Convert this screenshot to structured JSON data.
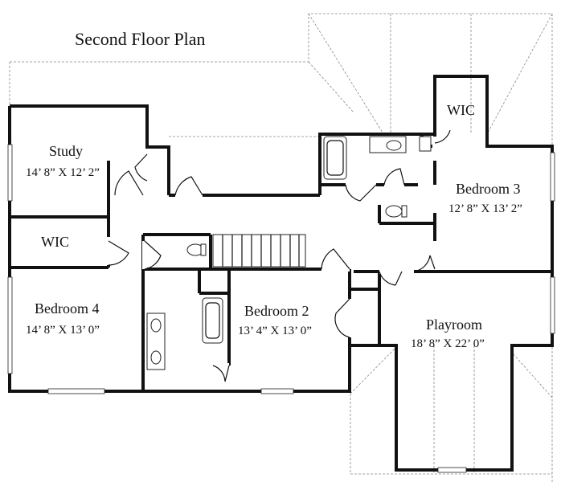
{
  "plan": {
    "title": "Second Floor Plan",
    "rooms": {
      "study": {
        "name": "Study",
        "dim": "14’ 8” X 12’ 2”"
      },
      "wic_left": {
        "name": "WIC"
      },
      "bedroom4": {
        "name": "Bedroom 4",
        "dim": "14’ 8” X 13’ 0”"
      },
      "bedroom2": {
        "name": "Bedroom 2",
        "dim": "13’ 4” X 13’ 0”"
      },
      "wic_right": {
        "name": "WIC"
      },
      "bedroom3": {
        "name": "Bedroom 3",
        "dim": "12’ 8” X 13’ 2”"
      },
      "playroom": {
        "name": "Playroom",
        "dim": "18’ 8” X 22’ 0”"
      }
    }
  }
}
